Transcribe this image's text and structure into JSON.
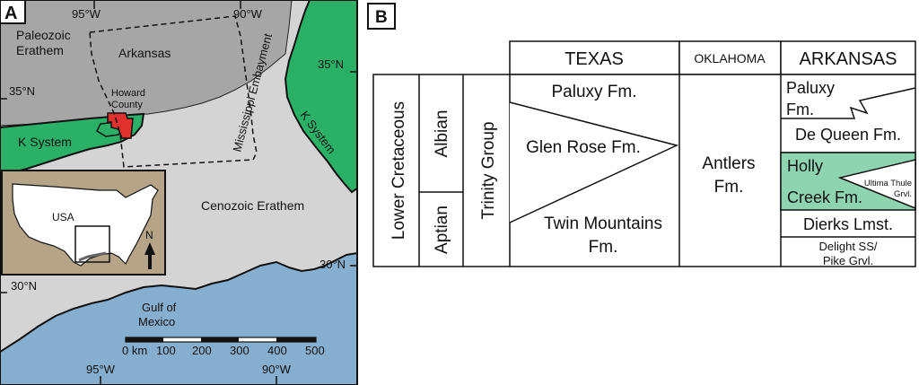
{
  "panel_a": {
    "label": "A",
    "lon_labels": {
      "top_95": "95°W",
      "top_90": "90°W",
      "bottom_95": "95°W",
      "bottom_90": "90°W"
    },
    "lat_labels": {
      "left_35": "35°N",
      "right_35": "35°N",
      "left_30": "30°N",
      "right_30": "30°N"
    },
    "regions": {
      "paleozoic": [
        "Paleozoic",
        "Erathem"
      ],
      "arkansas": "Arkansas",
      "howard": [
        "Howard",
        "County"
      ],
      "mississippi": "Mississippi Embayment",
      "k_system_left": "K System",
      "k_system_right": "K System",
      "cenozoic": "Cenozoic Erathem",
      "gulf": [
        "Gulf of",
        "Mexico"
      ]
    },
    "inset": {
      "country": "USA",
      "north": "N"
    },
    "scale": {
      "ticks": [
        "0 km",
        "100",
        "200",
        "300",
        "400",
        "500"
      ]
    },
    "colors": {
      "paleozoic": "#a6a6a6",
      "cenozoic": "#d4d4d4",
      "k_system": "#2bb068",
      "gulf": "#85aecf",
      "howard": "#e0312f",
      "inset_land": "#b5a487"
    }
  },
  "panel_b": {
    "label": "B",
    "headers": {
      "texas": "TEXAS",
      "oklahoma": "OKLAHOMA",
      "arkansas": "ARKANSAS"
    },
    "system": "Lower Cretaceous",
    "stages": {
      "albian": "Albian",
      "aptian": "Aptian"
    },
    "group": "Trinity Group",
    "texas": {
      "paluxy": "Paluxy Fm.",
      "glen_rose": "Glen Rose Fm.",
      "twin_mountains": [
        "Twin Mountains",
        "Fm."
      ]
    },
    "oklahoma": {
      "antlers": [
        "Antlers",
        "Fm."
      ]
    },
    "arkansas": {
      "paluxy": [
        "Paluxy",
        "Fm."
      ],
      "de_queen": "De Queen Fm.",
      "holly_creek": [
        "Holly",
        "Creek Fm."
      ],
      "ultima_thule": [
        "Ultima Thule",
        "Grvl."
      ],
      "dierks": "Dierks Lmst.",
      "delight": [
        "Delight SS/",
        "Pike Grvl."
      ]
    },
    "colors": {
      "holly_creek": "#8fd4b0"
    }
  }
}
